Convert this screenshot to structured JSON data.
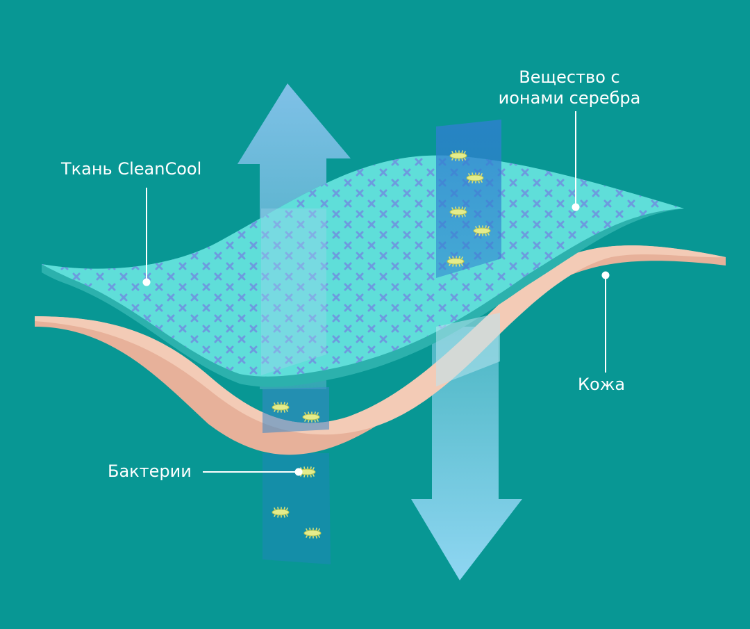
{
  "labels": {
    "fabric": "Ткань CleanCool",
    "silver_line1": "Вещество с",
    "silver_line2": "ионами серебра",
    "skin": "Кожа",
    "bacteria": "Бактерии"
  },
  "colors": {
    "background": "#089794",
    "fabric_top": "#5fded9",
    "fabric_edge": "#2cb1ad",
    "fabric_pattern": "#6f8fe0",
    "skin_top": "#f3cbb6",
    "skin_edge": "#e7b19a",
    "arrow_up": "#7fc4ea",
    "arrow_down": "#8fd6f2",
    "silver_band": "#2f7fd0",
    "bacteria": "#d6e07a"
  },
  "icons": {
    "fabric_pattern": "cross-pattern-icon",
    "bacteria": "bacteria-icon",
    "arrow_up": "arrow-up-icon",
    "arrow_down": "arrow-down-icon"
  }
}
